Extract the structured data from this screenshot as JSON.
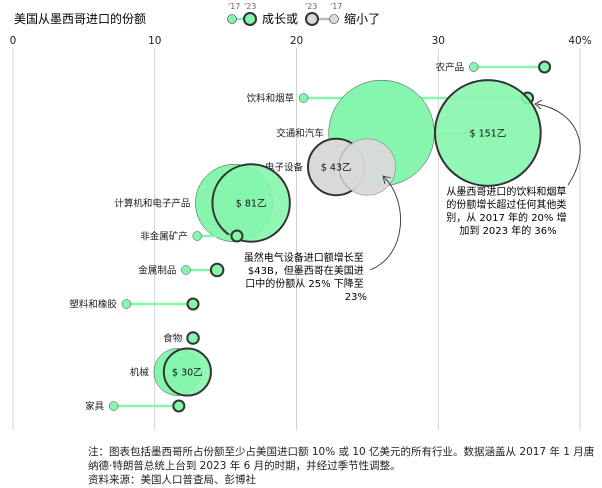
{
  "chart_data": {
    "type": "scatter",
    "legend": {
      "title": "美国从墨西哥进口的份额",
      "year_start": "'17",
      "year_end": "'23",
      "grew_label": "成长或",
      "shrank_label": "缩小了"
    },
    "x_ticks": [
      "0",
      "10",
      "20",
      "30",
      "40%"
    ],
    "x_tick_values": [
      0,
      10,
      20,
      30,
      40
    ],
    "xlim": [
      0,
      40
    ],
    "colors": {
      "grew_fill": "#86f5ad",
      "grew_line": "#86f5ad",
      "shrank_fill": "#d9d9d9",
      "shrank_line": "#bdbdbd",
      "outline": "#333333",
      "grid": "#c8c8c8"
    },
    "categories": [
      {
        "label": "农产品",
        "share_2017": 32.5,
        "share_2023": 37.5,
        "size": 1.2,
        "value_label": ""
      },
      {
        "label": "饮料和烟草",
        "share_2017": 20.5,
        "share_2023": 36.3,
        "size": 0.8,
        "value_label": ""
      },
      {
        "label": "交通和汽车",
        "share_2017": 26.0,
        "share_2023": 33.5,
        "size": 151,
        "value_label": "$ 151乙"
      },
      {
        "label": "电子设备",
        "share_2017": 25.0,
        "share_2023": 22.8,
        "size": 43,
        "value_label": "$ 43乙"
      },
      {
        "label": "计算机和电子产品",
        "share_2017": 15.6,
        "share_2023": 16.8,
        "size": 81,
        "value_label": "$ 81乙"
      },
      {
        "label": "非金属矿产",
        "share_2017": 13.0,
        "share_2023": 15.8,
        "size": 0.7,
        "value_label": ""
      },
      {
        "label": "金属制品",
        "share_2017": 12.2,
        "share_2023": 14.4,
        "size": 2.1,
        "value_label": ""
      },
      {
        "label": "塑料和橡胶",
        "share_2017": 8.0,
        "share_2023": 12.7,
        "size": 1.4,
        "value_label": ""
      },
      {
        "label": "食物",
        "share_2017": 12.7,
        "share_2023": 12.7,
        "size": 1.8,
        "value_label": ""
      },
      {
        "label": "机械",
        "share_2017": 11.6,
        "share_2023": 12.3,
        "size": 30,
        "value_label": "$ 30乙"
      },
      {
        "label": "家具",
        "share_2017": 7.1,
        "share_2023": 11.7,
        "size": 0.9,
        "value_label": ""
      }
    ],
    "annotations": [
      {
        "id": "beverage-note",
        "lines": [
          "从墨西哥进口的饮料和烟草",
          "的份额增长超过任何其他类",
          "别，从 2017 年的 20% 增",
          "加到 2023 年的 36%"
        ]
      },
      {
        "id": "electrical-note",
        "lines": [
          "虽然电气设备进口额增长至",
          "$43B，但墨西哥在美国进",
          "口中的份额从 25% 下降至",
          "23%"
        ]
      }
    ]
  },
  "footnote": {
    "line1": "注：图表包括墨西哥所占份额至少占美国进口额 10% 或 10 亿美元的所有行业。数据涵盖从 2017 年 1 月唐",
    "line2": "纳德·特朗普总统上台到 2023 年 6 月的时期，并经过季节性调整。",
    "source": "资料来源：美国人口普查局、彭博社"
  }
}
